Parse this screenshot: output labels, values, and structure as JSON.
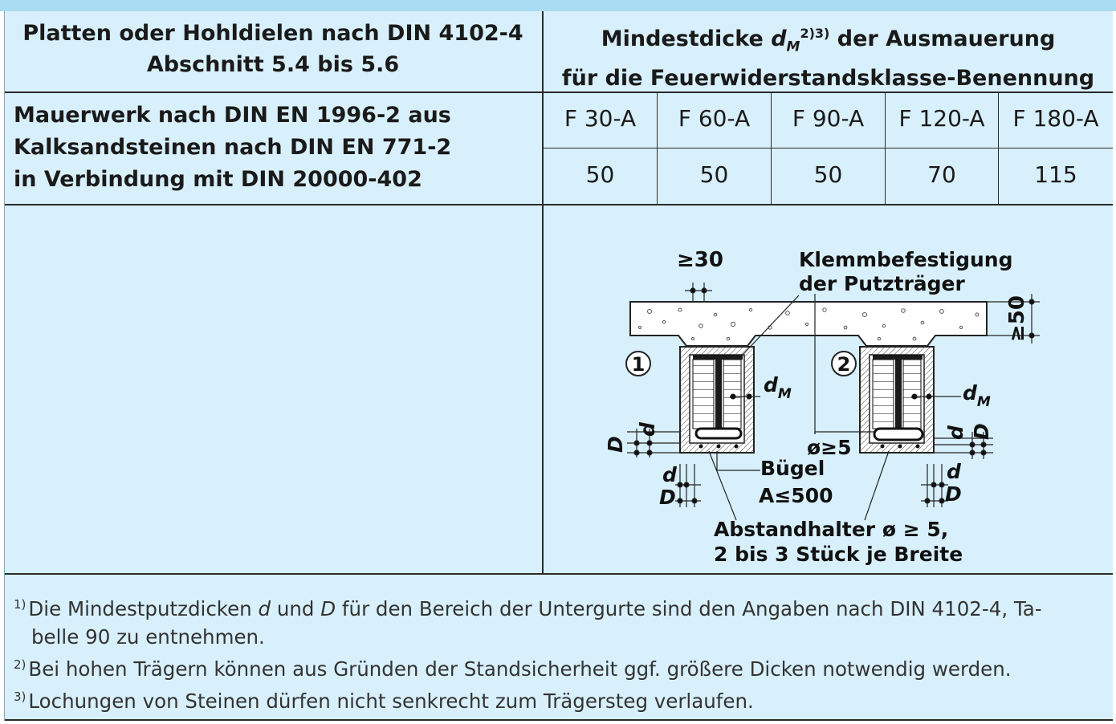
{
  "header": {
    "left_line1": "Platten oder Hohldielen nach DIN 4102-4",
    "left_line2": "Abschnitt 5.4 bis 5.6",
    "right_line1_a": "Mindestdicke ",
    "right_var": "d",
    "right_sub": "M",
    "right_sup": "2)3)",
    "right_line1_b": " der Ausmauerung",
    "right_line2": "für die Feuerwiderstandsklasse-Benennung"
  },
  "masonry": {
    "line1": "Mauerwerk nach DIN EN 1996-2 aus",
    "line2": "Kalksandsteinen nach DIN EN 771-2",
    "line3": "in Verbindung mit DIN 20000-402"
  },
  "fire_classes": [
    "F 30-A",
    "F 60-A",
    "F 90-A",
    "F 120-A",
    "F 180-A"
  ],
  "min_thickness": [
    "50",
    "50",
    "50",
    "70",
    "115"
  ],
  "drawing": {
    "dim_30": "≥30",
    "dim_50": "≥50",
    "clamp_line1": "Klemmbefestigung",
    "clamp_line2": "der Putzträger",
    "marker_1": "1",
    "marker_2": "2",
    "dM": "d",
    "dM_sub": "M",
    "d": "d",
    "D": "D",
    "phi5": "ø≥5",
    "stirrup": "Bügel",
    "stirrup_spacing": "A≤500",
    "spacer_line1": "Abstandhalter ø ≥ 5,",
    "spacer_line2": "2 bis 3 Stück je Breite"
  },
  "footnotes": [
    {
      "num": "1)",
      "text_a": "Die Mindestputzdicken ",
      "var_d": "d",
      "text_b": " und ",
      "var_D": "D",
      "text_c": " für den Bereich der Untergurte sind den Angaben nach DIN 4102-4, Ta-",
      "text_d": "belle 90 zu entnehmen."
    },
    {
      "num": "2)",
      "text": "Bei hohen Trägern können aus Gründen der Standsicherheit ggf. größere Dicken notwendig werden."
    },
    {
      "num": "3)",
      "text": "Lochungen von Steinen dürfen nicht senkrecht zum Trägersteg verlaufen."
    }
  ]
}
